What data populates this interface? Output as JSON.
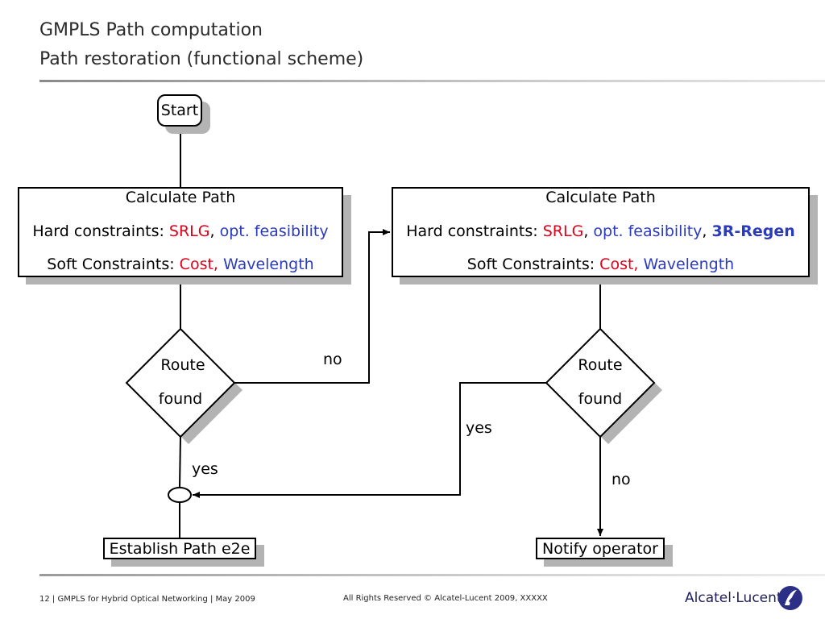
{
  "slide": {
    "title_line1": "GMPLS Path computation",
    "title_line2": "Path restoration (functional scheme)"
  },
  "diagram": {
    "start": "Start",
    "calc_left": {
      "title": "Calculate Path",
      "hard_label": "Hard constraints: ",
      "hard_srlg": "SRLG",
      "sep1": ", ",
      "hard_opt": "opt. feasibility",
      "soft_label": "Soft Constraints: ",
      "soft_cost": "Cost,",
      "soft_wave": " Wavelength"
    },
    "calc_right": {
      "title": "Calculate Path",
      "hard_label": "Hard constraints: ",
      "hard_srlg": "SRLG",
      "sep1": ", ",
      "hard_opt": "opt. feasibility",
      "sep2": ", ",
      "hard_regen": "3R-Regen",
      "soft_label": "Soft Constraints: ",
      "soft_cost": "Cost,",
      "soft_wave": " Wavelength"
    },
    "decision_left": {
      "line1": "Route",
      "line2": "found"
    },
    "decision_right": {
      "line1": "Route",
      "line2": "found"
    },
    "edge_labels": {
      "left_no": "no",
      "left_yes": "yes",
      "right_yes": "yes",
      "right_no": "no"
    },
    "establish": "Establish Path e2e",
    "notify": "Notify operator"
  },
  "colors": {
    "constraint_red": "#e0001a",
    "constraint_blue": "#2b3bbd"
  },
  "footer": {
    "left": "12 | GMPLS for Hybrid Optical Networking | May 2009",
    "center": "All Rights Reserved © Alcatel-Lucent 2009, XXXXX",
    "logo_text": "Alcatel·Lucent",
    "logo_icon": "alcatel-lucent-logo-icon"
  }
}
